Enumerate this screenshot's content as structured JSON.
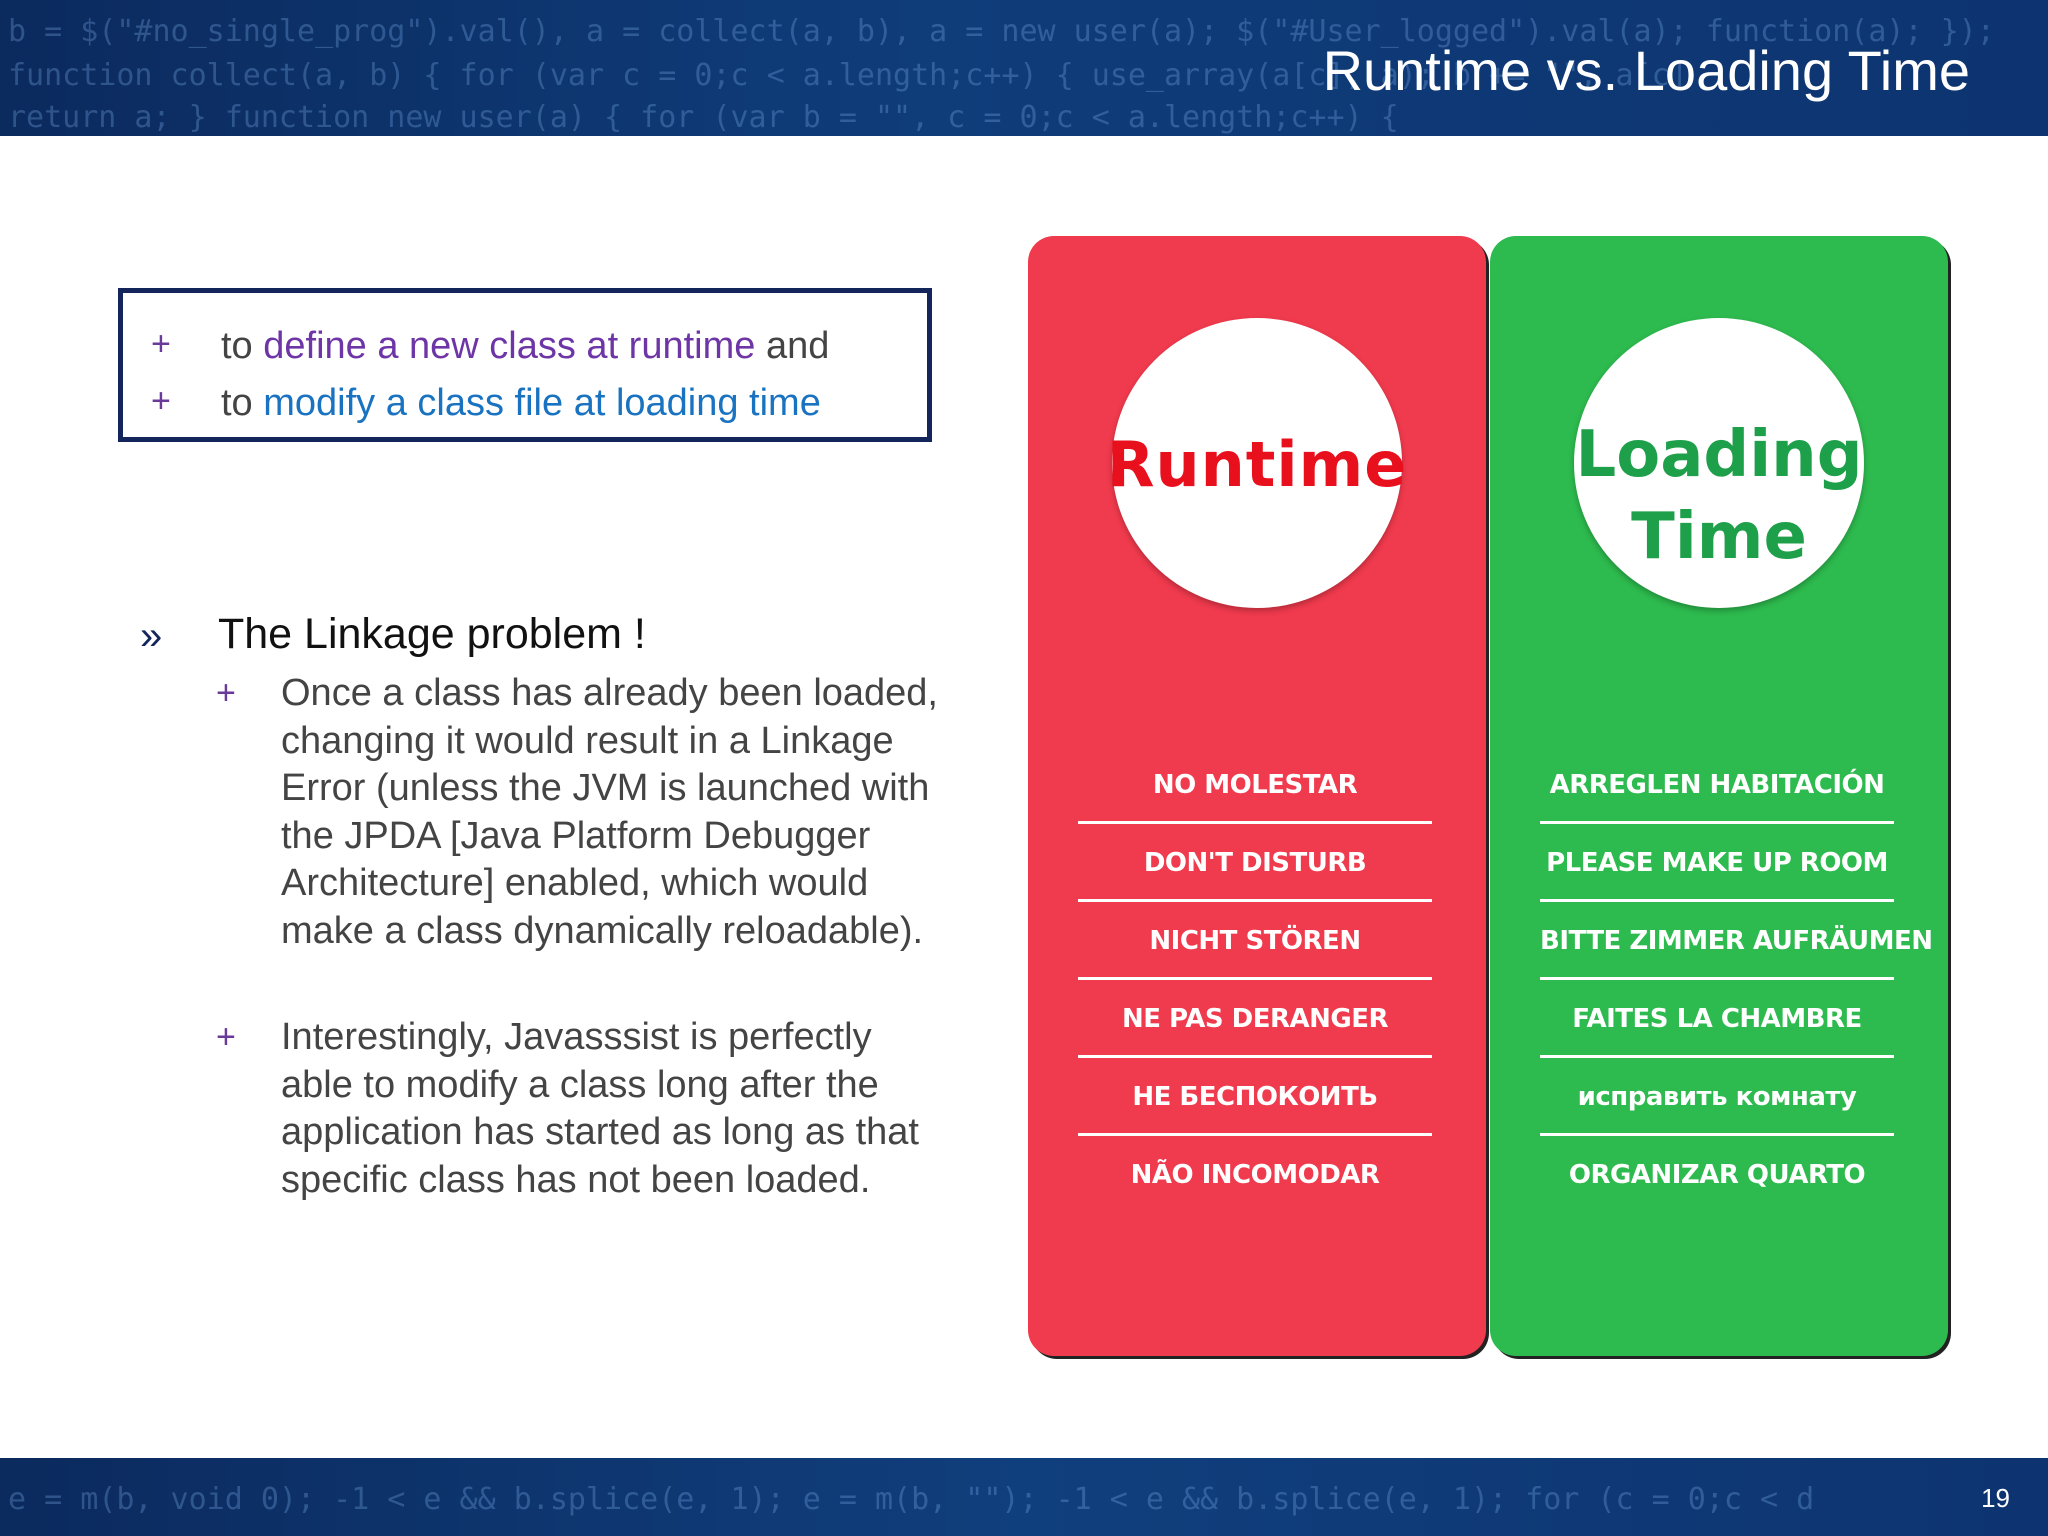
{
  "header": {
    "title": "Runtime vs. Loading Time",
    "code_lines": [
      "b = $(\"#no_single_prog\").val(), a = collect(a, b), a = new user(a);   $(\"#User_logged\").val(a);   function(a); });",
      "function collect(a, b) {   for (var c = 0;c < a.length;c++) {     use_array(a[c], a);   b += \"\", a[c]",
      "return a; } function new user(a) {   for (var b = \"\", c = 0;c < a.length;c++) {"
    ]
  },
  "callout": {
    "item1": {
      "marker": "+",
      "prefix": "to ",
      "highlight": "define a new class at runtime",
      "suffix": " and"
    },
    "item2": {
      "marker": "+",
      "prefix": "to ",
      "highlight": "modify a class file at loading time"
    }
  },
  "main_bullet": {
    "marker": "»",
    "text": "The Linkage problem !"
  },
  "sub_bullets": [
    {
      "marker": "+",
      "text": "Once a class has already been loaded, changing it would result in a Linkage Error (unless the JVM is launched with the JPDA [Java Platform Debugger Architecture] enabled, which would make a class dynamically reloadable)."
    },
    {
      "marker": "+",
      "text": "Interestingly, Javasssist is perfectly able to modify a class long after the application has started as long as that specific class has not been loaded."
    }
  ],
  "image": {
    "red_hanger": {
      "label": "Runtime",
      "signs": [
        "NO MOLESTAR",
        "DON'T DISTURB",
        "NICHT STÖREN",
        "NE PAS DERANGER",
        "НЕ БЕСПОКОИТЬ",
        "NÃO INCOMODAR"
      ]
    },
    "green_hanger": {
      "label_line1": "Loading",
      "label_line2": "Time",
      "signs": [
        "ARREGLEN HABITACIÓN",
        "PLEASE MAKE UP ROOM",
        "BITTE ZIMMER AUFRÄUMEN",
        "FAITES LA CHAMBRE",
        "исправить комнату",
        "ORGANIZAR QUARTO"
      ]
    }
  },
  "footer": {
    "page_number": "19",
    "code_lines": [
      "e = m(b, void 0);   -1 < e && b.splice(e, 1);   e = m(b, \"\");   -1 < e && b.splice(e, 1);   for (c = 0;c < d"
    ]
  },
  "colors": {
    "header_bg": "#0f3d7a",
    "callout_border": "#13255a",
    "highlight_purple": "#6d35a6",
    "highlight_blue": "#1a73c0",
    "red_hanger": "#f03a4d",
    "green_hanger": "#2dba4e"
  }
}
